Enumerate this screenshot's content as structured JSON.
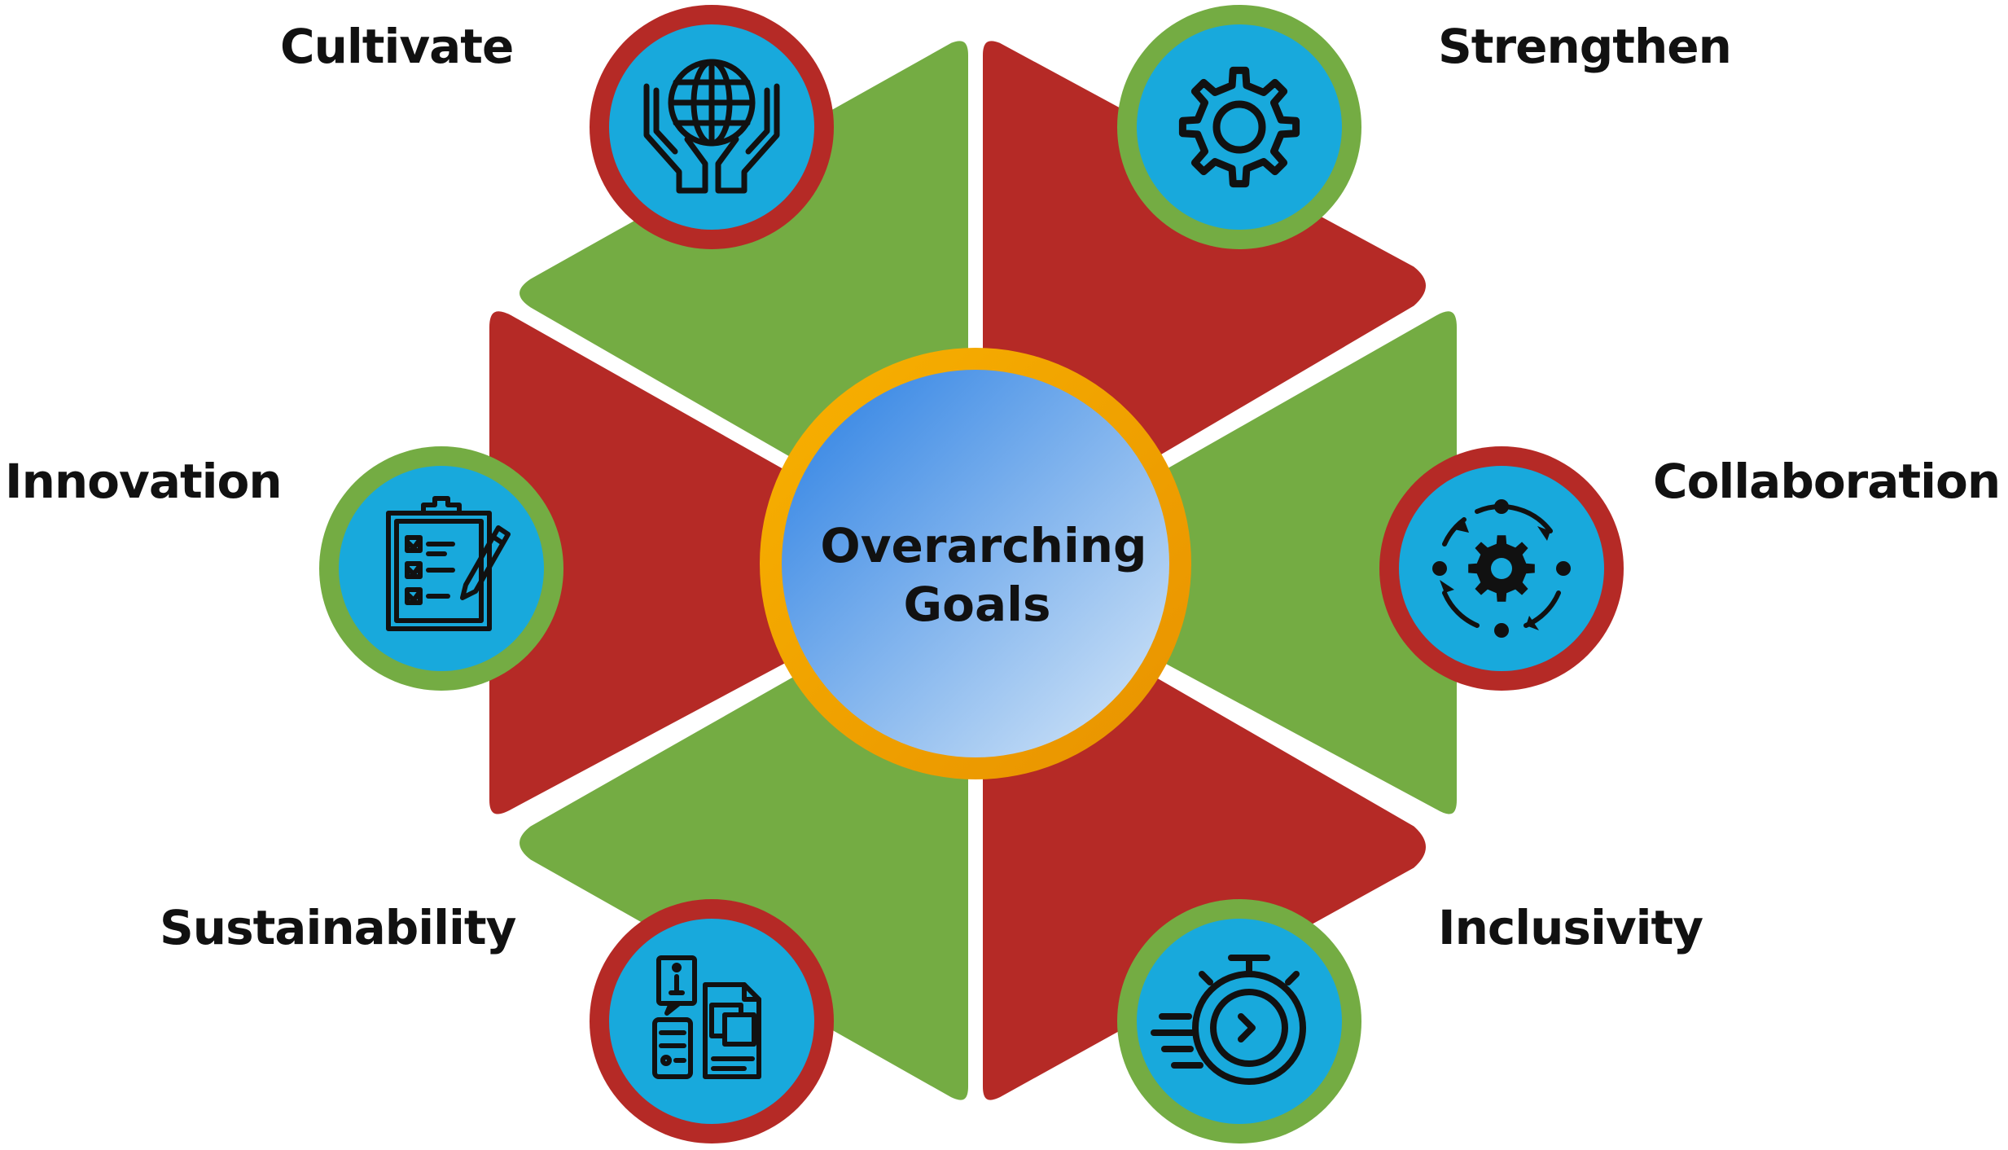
{
  "center": {
    "line1": "Overarching",
    "line2": "Goals"
  },
  "segments": [
    {
      "label": "Cultivate",
      "icon": "globe-in-hands-icon",
      "panel_color": "#74ac43",
      "ring_color": "#b52a26"
    },
    {
      "label": "Strengthen",
      "icon": "gear-icon",
      "panel_color": "#b52a26",
      "ring_color": "#74ac43"
    },
    {
      "label": "Collaboration",
      "icon": "gear-cycle-icon",
      "panel_color": "#74ac43",
      "ring_color": "#b52a26"
    },
    {
      "label": "Inclusivity",
      "icon": "stopwatch-icon",
      "panel_color": "#b52a26",
      "ring_color": "#74ac43"
    },
    {
      "label": "Sustainability",
      "icon": "info-documents-icon",
      "panel_color": "#74ac43",
      "ring_color": "#b52a26"
    },
    {
      "label": "Innovation",
      "icon": "checklist-clipboard-icon",
      "panel_color": "#b52a26",
      "ring_color": "#74ac43"
    }
  ],
  "colors": {
    "green": "#74ac43",
    "red": "#b52a26",
    "icon_fill": "#18a9dc",
    "center_ring": "#f2a100",
    "center_gradient_start": "#2a7fe3",
    "center_gradient_end": "#d7e8f8"
  }
}
